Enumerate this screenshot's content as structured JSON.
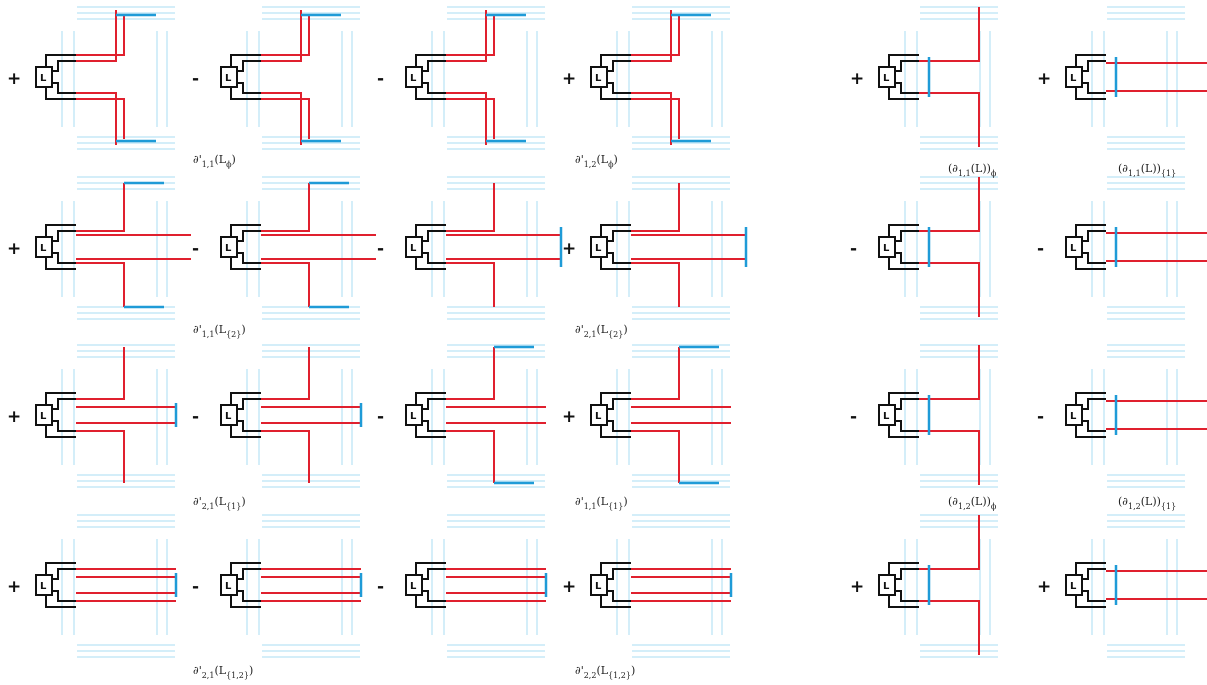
{
  "colors": {
    "red": "#e0202e",
    "blue": "#1f9bd7",
    "light_blue": "#a9dcf3",
    "black": "#111111"
  },
  "box_label": "L",
  "panels": [
    {
      "sign": "+",
      "variant": "A"
    },
    {
      "sign": "-",
      "variant": "A"
    },
    {
      "sign": "-",
      "variant": "A2"
    },
    {
      "sign": "+",
      "variant": "A2"
    },
    {
      "sign": "+",
      "variant": "R1"
    },
    {
      "sign": "+",
      "variant": "R2"
    },
    {
      "sign": "+",
      "variant": "B"
    },
    {
      "sign": "-",
      "variant": "B2"
    },
    {
      "sign": "-",
      "variant": "B3"
    },
    {
      "sign": "+",
      "variant": "B4"
    },
    {
      "sign": "-",
      "variant": "R3"
    },
    {
      "sign": "-",
      "variant": "R4"
    },
    {
      "sign": "+",
      "variant": "C"
    },
    {
      "sign": "-",
      "variant": "C2"
    },
    {
      "sign": "-",
      "variant": "C3"
    },
    {
      "sign": "+",
      "variant": "C4"
    },
    {
      "sign": "-",
      "variant": "R5"
    },
    {
      "sign": "-",
      "variant": "R6"
    },
    {
      "sign": "+",
      "variant": "D"
    },
    {
      "sign": "-",
      "variant": "D2"
    },
    {
      "sign": "-",
      "variant": "D3"
    },
    {
      "sign": "+",
      "variant": "D4"
    },
    {
      "sign": "+",
      "variant": "R7"
    },
    {
      "sign": "+",
      "variant": "R8"
    }
  ],
  "captions": [
    {
      "main": "∂'",
      "sub": "1,1",
      "arg": "(L",
      "argsub": "ϕ",
      "close": ")"
    },
    {
      "main": "∂'",
      "sub": "1,2",
      "arg": "(L",
      "argsub": "ϕ",
      "close": ")"
    },
    {
      "main": "(∂",
      "sub": "1,1",
      "arg": "(L))",
      "argsub": "ϕ",
      "close": ""
    },
    {
      "main": "(∂",
      "sub": "1,1",
      "arg": "(L))",
      "argsub": "{1}",
      "close": ""
    },
    {
      "main": "∂'",
      "sub": "1,1",
      "arg": "(L",
      "argsub": "{2}",
      "close": ")"
    },
    {
      "main": "∂'",
      "sub": "2,1",
      "arg": "(L",
      "argsub": "{2}",
      "close": ")"
    },
    {
      "main": "∂'",
      "sub": "2,1",
      "arg": "(L",
      "argsub": "{1}",
      "close": ")"
    },
    {
      "main": "∂'",
      "sub": "1,1",
      "arg": "(L",
      "argsub": "{1}",
      "close": ")"
    },
    {
      "main": "(∂",
      "sub": "1,2",
      "arg": "(L))",
      "argsub": "ϕ",
      "close": ""
    },
    {
      "main": "(∂",
      "sub": "1,2",
      "arg": "(L))",
      "argsub": "{1}",
      "close": ""
    },
    {
      "main": "∂'",
      "sub": "2,1",
      "arg": "(L",
      "argsub": "{1,2}",
      "close": ")"
    },
    {
      "main": "∂'",
      "sub": "2,2",
      "arg": "(L",
      "argsub": "{1,2}",
      "close": ")"
    }
  ]
}
